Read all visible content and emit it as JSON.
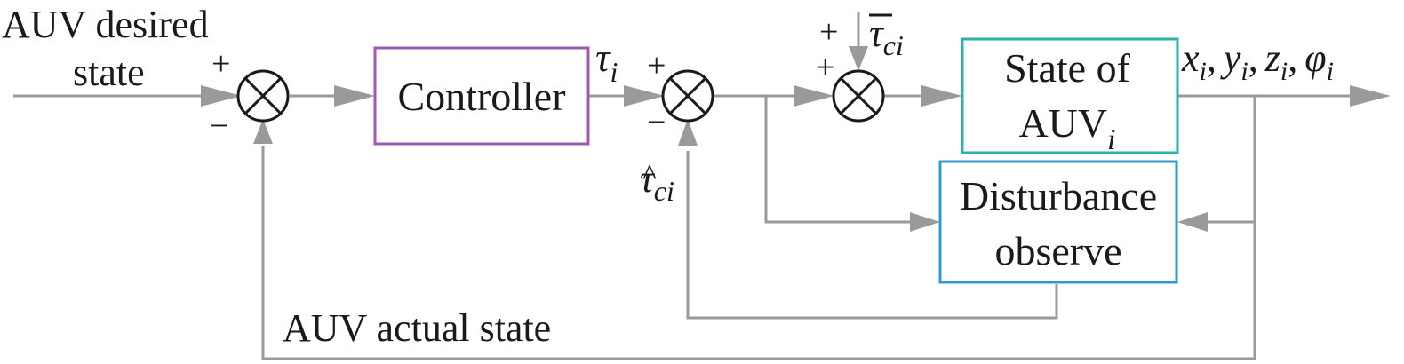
{
  "colors": {
    "wire": "#9a9a9a",
    "text": "#1a1a1a",
    "controller_border": "#9b59b6",
    "state_border": "#2ab3a6",
    "observer_border": "#3399cc"
  },
  "labels": {
    "desired_state_line1": "AUV desired",
    "desired_state_line2": "state",
    "actual_state": "AUV actual state",
    "tau_i_base": "τ",
    "tau_i_sub": "i",
    "tau_bar_base": "τ",
    "tau_bar_sub": "ci",
    "tau_hat_base": "τ",
    "tau_hat_sub": "ci",
    "hat_mark": "^",
    "output": {
      "x": "x",
      "y": "y",
      "z": "z",
      "phi": "φ",
      "sub": "i",
      "separator": ","
    }
  },
  "blocks": {
    "controller": "Controller",
    "state_line1": "State of",
    "state_line2_base": "AUV",
    "state_line2_sub": "i",
    "observer_line1": "Disturbance",
    "observer_line2": "observe"
  },
  "signs": {
    "sj1_plus": "+",
    "sj1_minus": "−",
    "sj2_plus": "+",
    "sj2_minus": "−",
    "sj3_plus_left": "+",
    "sj3_plus_top": "+"
  }
}
